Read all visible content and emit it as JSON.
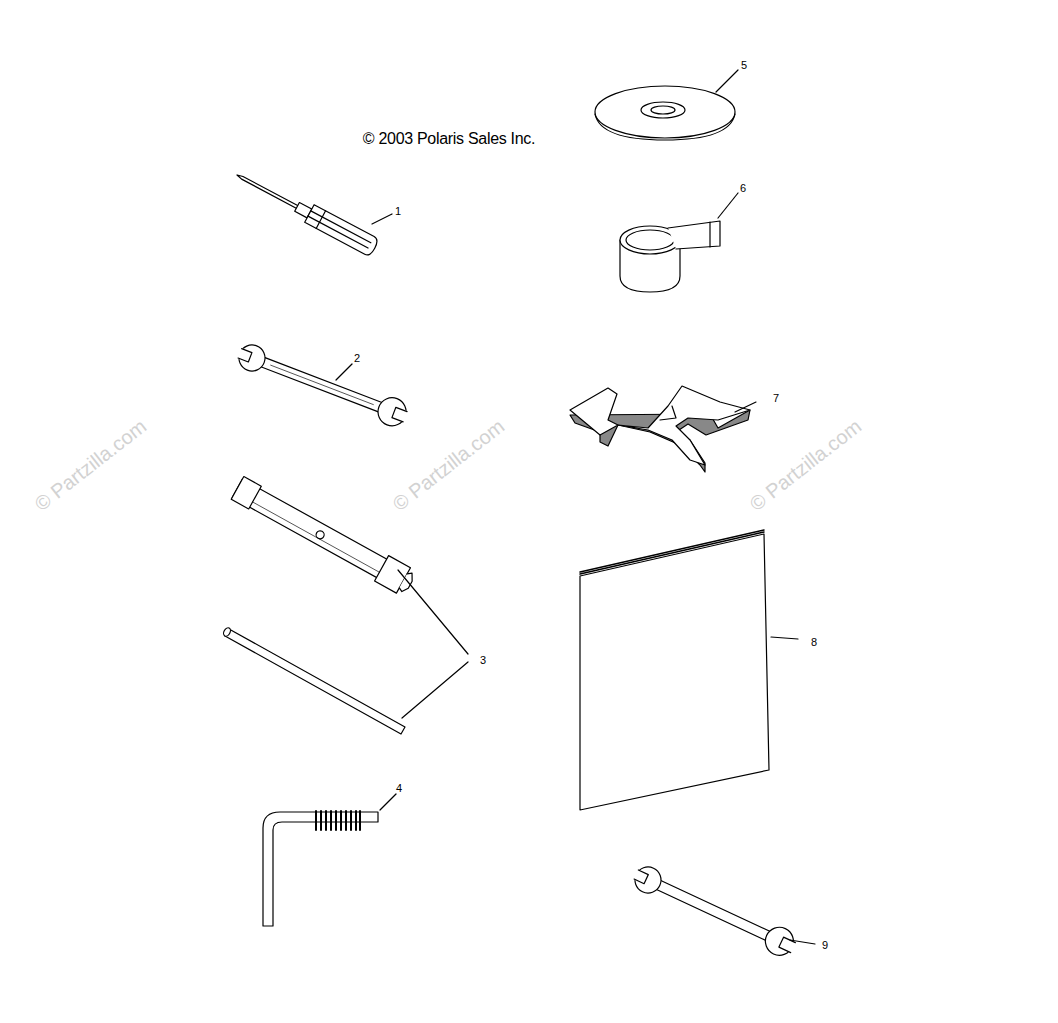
{
  "diagram": {
    "labels": [
      "© 2003 Polaris Sales Inc.",
      "1",
      "2",
      "3",
      "4",
      "5",
      "6",
      "7",
      "8",
      "9",
      "© Partzilla.com",
      "© Partzilla.com",
      "© Partzilla.com"
    ]
  }
}
